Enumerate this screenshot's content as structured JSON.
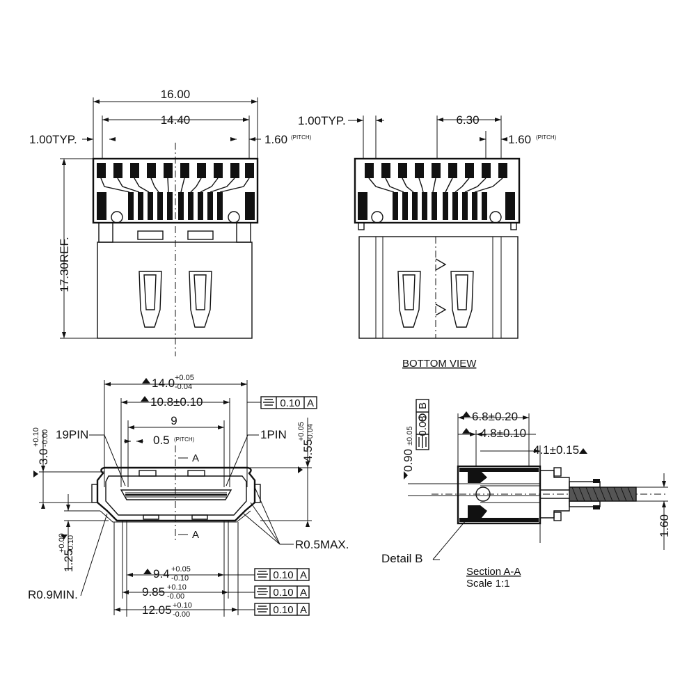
{
  "top_view": {
    "overall_width": "16.00",
    "pin_span": "14.40",
    "pin_typ": "1.00TYP.",
    "pitch": "1.60",
    "pitch_note": "(PITCH)",
    "height_ref": "17.30REF."
  },
  "bottom_view": {
    "pin_typ": "1.00TYP.",
    "span": "6.30",
    "pitch": "1.60",
    "pitch_note": "(PITCH)",
    "caption": "BOTTOM VIEW"
  },
  "front_view": {
    "width_14": "14.0",
    "width_14_tol_plus": "+0.05",
    "width_14_tol_minus": "-0.04",
    "width_108": "10.8±0.10",
    "ctrl_value": "0.10",
    "ctrl_datum": "A",
    "pin_span_9": "9",
    "pitch_05": "0.5",
    "pitch_note": "(PITCH)",
    "pin19": "19PIN",
    "pin1": "1PIN",
    "section_a": "A",
    "height_30": "3.0",
    "height_30_tol_plus": "+0.10",
    "height_30_tol_minus": "-0.00",
    "height_455": "4.55",
    "height_455_tol_plus": "+0.05",
    "height_455_tol_minus": "-0.04",
    "height_125": "1.25",
    "height_125_tol_plus": "+0.00",
    "height_125_tol_minus": "-0.10",
    "r05": "R0.5MAX.",
    "r09": "R0.9MIN.",
    "w94": "9.4",
    "w94_tol_plus": "+0.05",
    "w94_tol_minus": "-0.10",
    "w985": "9.85",
    "w985_tol_plus": "+0.10",
    "w985_tol_minus": "-0.00",
    "w1205": "12.05",
    "w1205_tol_plus": "+0.10",
    "w1205_tol_minus": "-0.00"
  },
  "section_view": {
    "d68": "6.8±0.20",
    "d48": "4.8±0.10",
    "d41": "4.1±0.15",
    "d090": "0.90",
    "d090_tol": "±0.05",
    "ctrl_value": "0.08",
    "ctrl_datum": "B",
    "d160": "1.60",
    "detail": "Detail B",
    "title": "Section A-A",
    "scale": "Scale 1:1"
  }
}
